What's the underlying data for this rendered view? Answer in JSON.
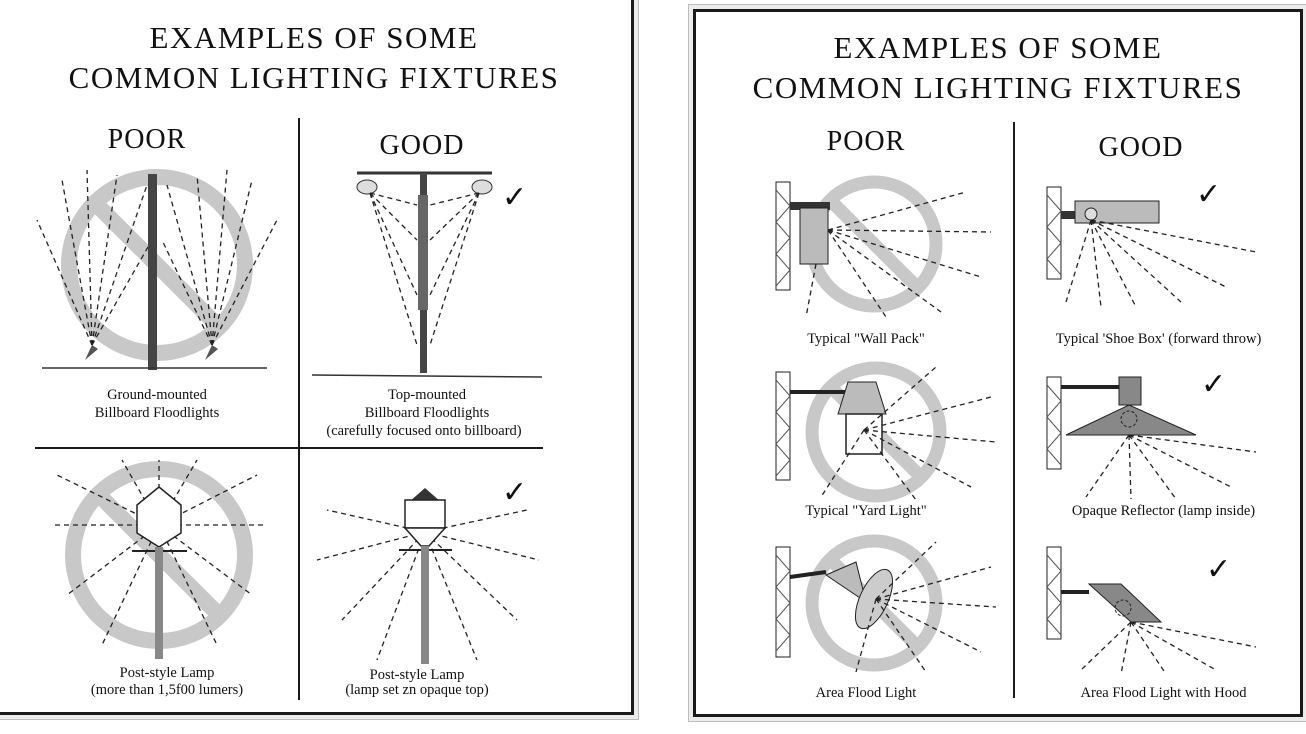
{
  "left_panel": {
    "title_line1": "EXAMPLES OF SOME",
    "title_line2": "COMMON LIGHTING FIXTURES",
    "poor_heading": "POOR",
    "good_heading": "GOOD",
    "fixtures": {
      "ground_billboard": {
        "line1": "Ground-mounted",
        "line2": "Billboard Floodlights"
      },
      "top_billboard": {
        "line1": "Top-mounted",
        "line2": "Billboard Floodlights",
        "line3": "(carefully focused onto billboard)"
      },
      "post_poor": {
        "line1": "Post-style Lamp",
        "line2": "(more than 1,5f00 lumers)"
      },
      "post_good": {
        "line1": "Post-style Lamp",
        "line2": "(lamp set zn opaque top)"
      }
    },
    "check_mark": "✓"
  },
  "right_panel": {
    "title_line1": "EXAMPLES OF SOME",
    "title_line2": "COMMON LIGHTING FIXTURES",
    "poor_heading": "POOR",
    "good_heading": "GOOD",
    "fixtures": {
      "wall_pack": "Typical \"Wall Pack\"",
      "shoe_box": "Typical 'Shoe Box' (forward throw)",
      "yard_light": "Typical \"Yard Light\"",
      "opaque_reflector": "Opaque Reflector (lamp inside)",
      "area_flood": "Area Flood Light",
      "area_flood_hood": "Area Flood Light with Hood"
    },
    "check_mark": "✓"
  },
  "colors": {
    "no_symbol": "#c8c8c8",
    "fixture_dark": "#444444",
    "fixture_light": "#cccccc",
    "rays": "#222222"
  }
}
